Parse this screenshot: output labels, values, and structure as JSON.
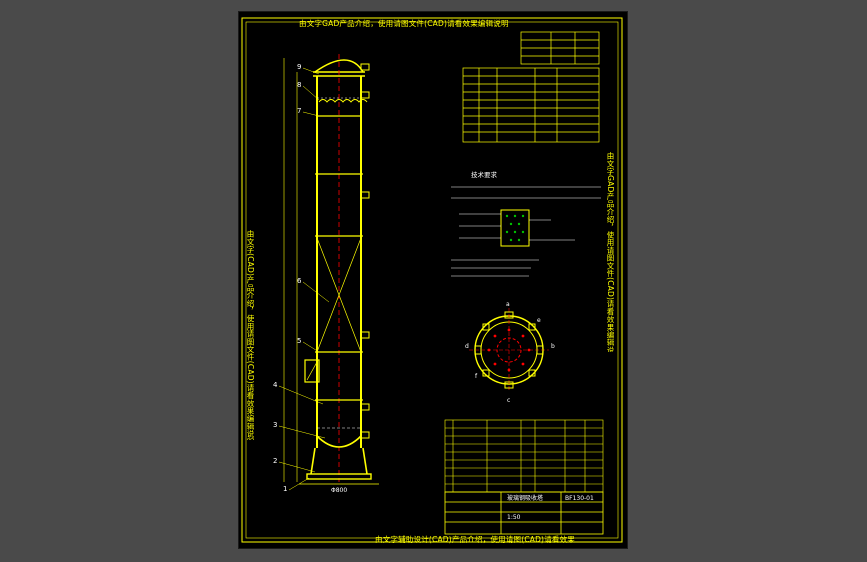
{
  "app": {
    "background": "#4a4a4a",
    "sheet_color": "#000000",
    "line_color": "#ffff00",
    "accent": "#ffffff",
    "cut_color": "#ff0000"
  },
  "watermark": {
    "top": "由文字GAD产品介绍，使用请图文件(CAD)请看效果编辑说明",
    "bottom": "由文字辅助设计(CAD)产品介绍，使用请图(CAD)请看效果",
    "left": "由文字(CAD)产品介绍，使用请图文件(CAD)请看效果编辑说明",
    "right": "由文字GAD产品介绍，使用请图文件(CAD)请看效果编辑说明"
  },
  "drawing": {
    "part_numbers": [
      "9",
      "8",
      "7",
      "6",
      "5",
      "4",
      "3",
      "2",
      "1"
    ],
    "nozzles": [
      "a",
      "b",
      "c",
      "d",
      "e",
      "f"
    ],
    "base_label": "Φ800",
    "note_title": "技术要求",
    "title_block": {
      "name": "玻璃钢吸收塔",
      "scale": "1:50",
      "drawing_no": "BF130-01"
    }
  }
}
